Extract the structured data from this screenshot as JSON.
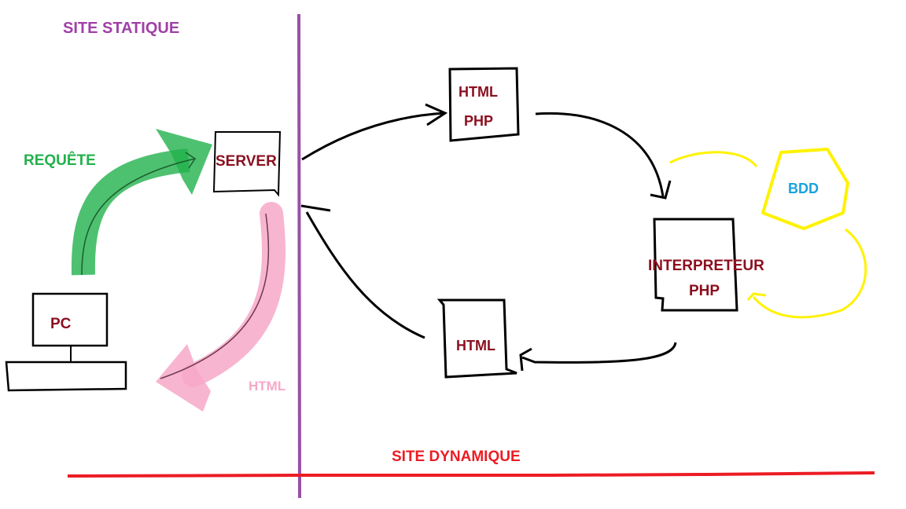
{
  "sections": {
    "static_site": "SITE STATIQUE",
    "dynamic_site": "SITE DYNAMIQUE"
  },
  "left": {
    "request_label": "REQUÊTE",
    "response_label": "HTML",
    "server": "SERVER",
    "pc": "PC"
  },
  "right": {
    "source_file": {
      "line1": "HTML",
      "line2": "PHP"
    },
    "interpreter": {
      "line1": "INTERPRETEUR",
      "line2": "PHP"
    },
    "database": "BDD",
    "output_file": "HTML"
  },
  "colors": {
    "static_divider": "#9b4fa8",
    "dynamic_divider": "#ec1c24",
    "request_arrow": "#22b14c",
    "response_arrow": "#f7a8c8",
    "database_outline": "#fff200",
    "database_text": "#19a3de",
    "node_text": "#8b0f1f",
    "lines": "#000000"
  }
}
